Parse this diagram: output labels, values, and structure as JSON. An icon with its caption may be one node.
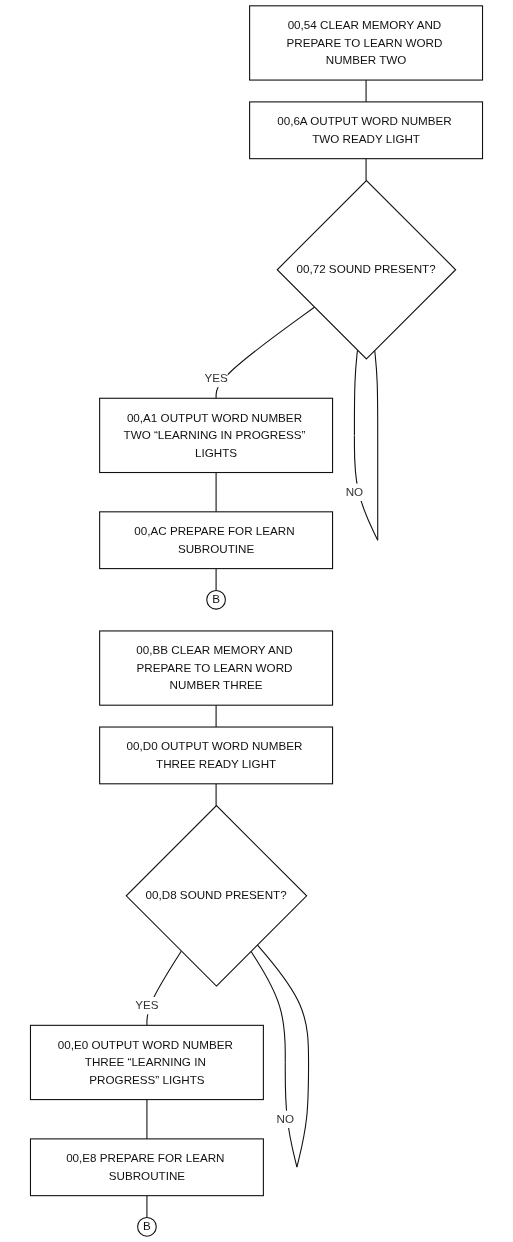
{
  "diagram": {
    "nodes": [
      {
        "text": [
          "00,54 CLEAR MEMORY AND PREPARE TO LEARN WORD NUMBER TWO"
        ]
      },
      {
        "text": [
          "00,6A OUTPUT WORD NUMBER TWO READY LIGHT"
        ]
      },
      {
        "text": [
          "00,72 SOUND PRESENT?"
        ]
      },
      {
        "text": [
          "00,A1 OUTPUT WORD NUMBER TWO “LEARNING IN PROGRESS” LIGHTS"
        ]
      },
      {
        "text": [
          "00,AC PREPARE FOR LEARN SUBROUTINE"
        ]
      },
      {
        "text": [
          "B"
        ]
      },
      {
        "text": [
          "00,BB CLEAR MEMORY AND PREPARE TO LEARN WORD NUMBER THREE"
        ]
      },
      {
        "text": [
          "00,D0 OUTPUT WORD NUMBER THREE READY LIGHT"
        ]
      },
      {
        "text": [
          "00,D8 SOUND PRESENT?"
        ]
      },
      {
        "text": [
          "00,E0 OUTPUT WORD NUMBER THREE “LEARNING IN PROGRESS” LIGHTS"
        ]
      },
      {
        "text": [
          "00,E8 PREPARE FOR LEARN SUBROUTINE"
        ]
      },
      {
        "text": [
          "B"
        ]
      }
    ],
    "edges": [
      {
        "from": 0,
        "to": 1,
        "arrow": "none"
      },
      {
        "from": 1,
        "to": 2,
        "arrow": "none"
      },
      {
        "from": 2,
        "to": 2,
        "label": "NO",
        "arrow": "none"
      },
      {
        "from": 2,
        "to": 3,
        "label": "YES",
        "arrow": "none"
      },
      {
        "from": 3,
        "to": 4,
        "arrow": "none"
      },
      {
        "from": 4,
        "to": 5,
        "arrow": "none"
      },
      {
        "from": 6,
        "to": 7,
        "arrow": "none"
      },
      {
        "from": 7,
        "to": 8,
        "arrow": "none"
      },
      {
        "from": 8,
        "to": 8,
        "label": "NO",
        "arrow": "none"
      },
      {
        "from": 8,
        "to": 9,
        "label": "YES",
        "arrow": "none"
      },
      {
        "from": 9,
        "to": 10,
        "arrow": "none"
      },
      {
        "from": 10,
        "to": 11,
        "arrow": "none"
      }
    ]
  }
}
